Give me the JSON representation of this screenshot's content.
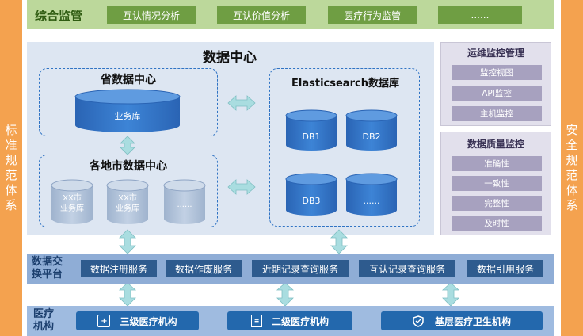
{
  "left_rail": "标准规范体系",
  "right_rail": "安全规范体系",
  "monitor": {
    "title": "综合监管",
    "buttons": [
      "互认情况分析",
      "互认价值分析",
      "医疗行为监管",
      "......"
    ]
  },
  "data_center": {
    "title": "数据中心",
    "province": {
      "title": "省数据中心",
      "db": "业务库"
    },
    "city": {
      "title": "各地市数据中心",
      "dbs": [
        "XX市\n业务库",
        "XX市\n业务库",
        "......"
      ]
    },
    "es": {
      "title": "Elasticsearch数据库",
      "dbs": [
        "DB1",
        "DB2",
        "DB3",
        "......"
      ]
    }
  },
  "ops_panel": {
    "title": "运维监控管理",
    "items": [
      "监控视图",
      "API监控",
      "主机监控"
    ]
  },
  "quality_panel": {
    "title": "数据质量监控",
    "items": [
      "准确性",
      "一致性",
      "完整性",
      "及时性"
    ]
  },
  "exchange": {
    "label": "数据交\n换平台",
    "services": [
      "数据注册服务",
      "数据作废服务",
      "近期记录查询服务",
      "互认记录查询服务",
      "数据引用服务"
    ]
  },
  "institutions": {
    "label": "医疗\n机构",
    "items": [
      {
        "name": "三级医疗机构",
        "icon": "hospital-icon"
      },
      {
        "name": "二级医疗机构",
        "icon": "clinic-icon"
      },
      {
        "name": "基层医疗卫生机构",
        "icon": "shield-icon"
      }
    ]
  },
  "colors": {
    "rail": "#f4a24f",
    "monitor_band": "#bcd89b",
    "monitor_btn": "#6f9e43",
    "center_bg": "#dde6f2",
    "db_blue": "#2f72c8",
    "panel_item": "#a7a1bf",
    "service": "#2e5b8e",
    "arrow": "#a9dde0"
  }
}
